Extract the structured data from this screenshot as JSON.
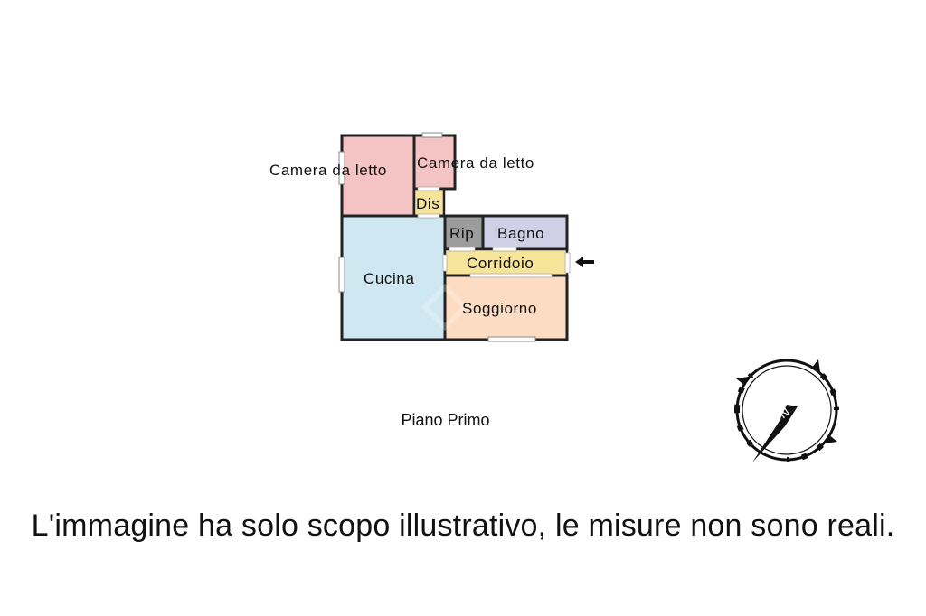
{
  "rooms": {
    "bedroom_1": "Camera da letto",
    "bedroom_2": "Camera da letto",
    "dis": "Dis",
    "rip": "Rip",
    "bagno": "Bagno",
    "corridoio": "Corridoio",
    "cucina": "Cucina",
    "soggiorno": "Soggiorno"
  },
  "floor_label": "Piano Primo",
  "disclaimer": "L'immagine ha solo scopo illustrativo, le misure non sono reali.",
  "compass_letter": "N",
  "colors": {
    "bedroom": "#f4c4c4",
    "dis": "#f6e49b",
    "rip": "#9c9c9c",
    "bagno": "#cfcfe6",
    "corridoio": "#f6e49b",
    "cucina": "#cfe7f0",
    "soggiorno": "#fcdcc3",
    "wall": "#222222"
  },
  "icons": {
    "entrance": "arrow-left-icon",
    "compass": "compass-icon"
  }
}
